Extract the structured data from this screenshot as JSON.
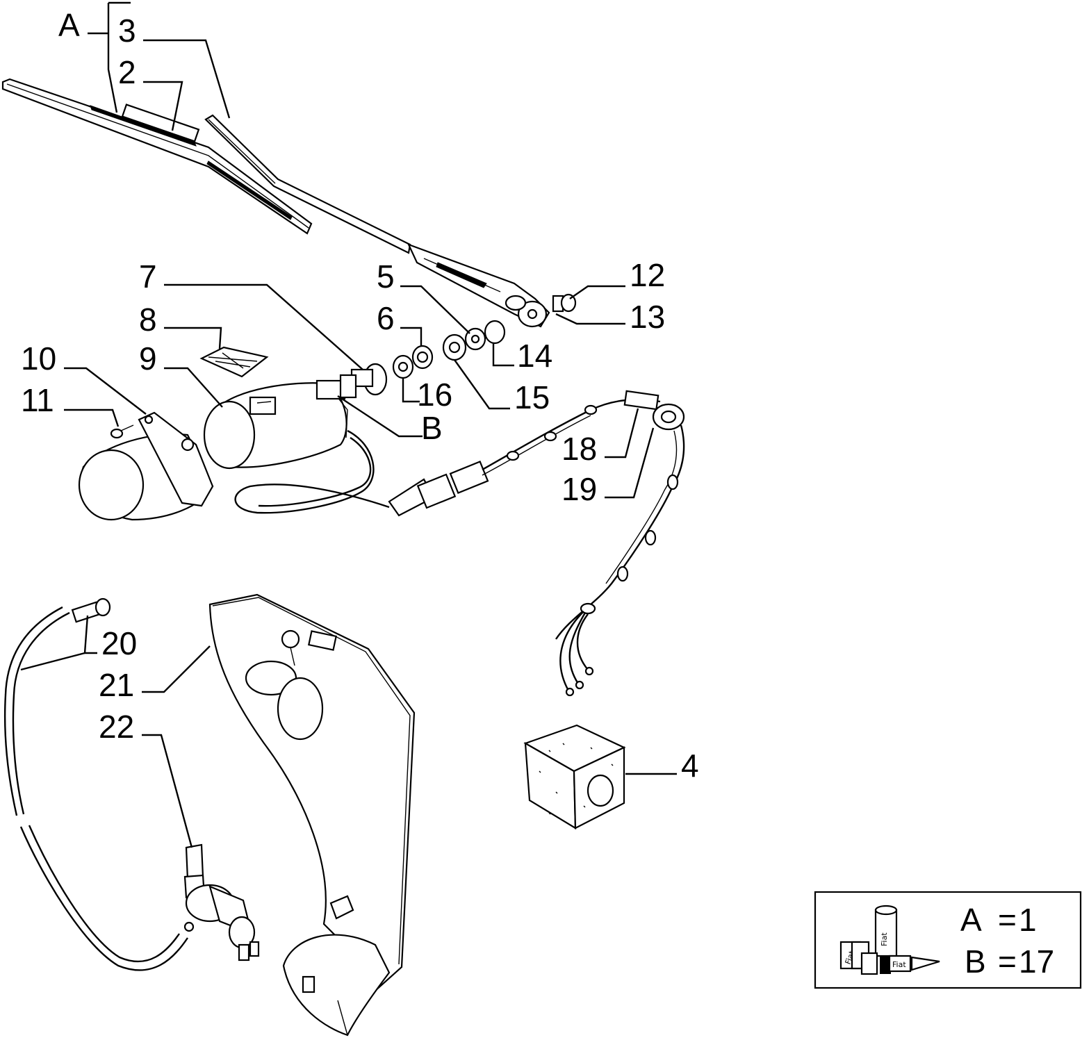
{
  "callouts": {
    "A": "A",
    "n2": "2",
    "n3": "3",
    "n4": "4",
    "n5": "5",
    "n6": "6",
    "n7": "7",
    "n8": "8",
    "n9": "9",
    "n10": "10",
    "n11": "11",
    "n12": "12",
    "n13": "13",
    "n14": "14",
    "n15": "15",
    "n16": "16",
    "B": "B",
    "n18": "18",
    "n19": "19",
    "n20": "20",
    "n21": "21",
    "n22": "22"
  },
  "legend": {
    "row_a_letter": "A",
    "row_a_eq": "=",
    "row_a_value": "1",
    "row_b_letter": "B",
    "row_b_eq": "=",
    "row_b_value": "17",
    "icon": "adhesive-products-icon"
  },
  "colors": {
    "ink": "#000000",
    "paper": "#ffffff"
  }
}
